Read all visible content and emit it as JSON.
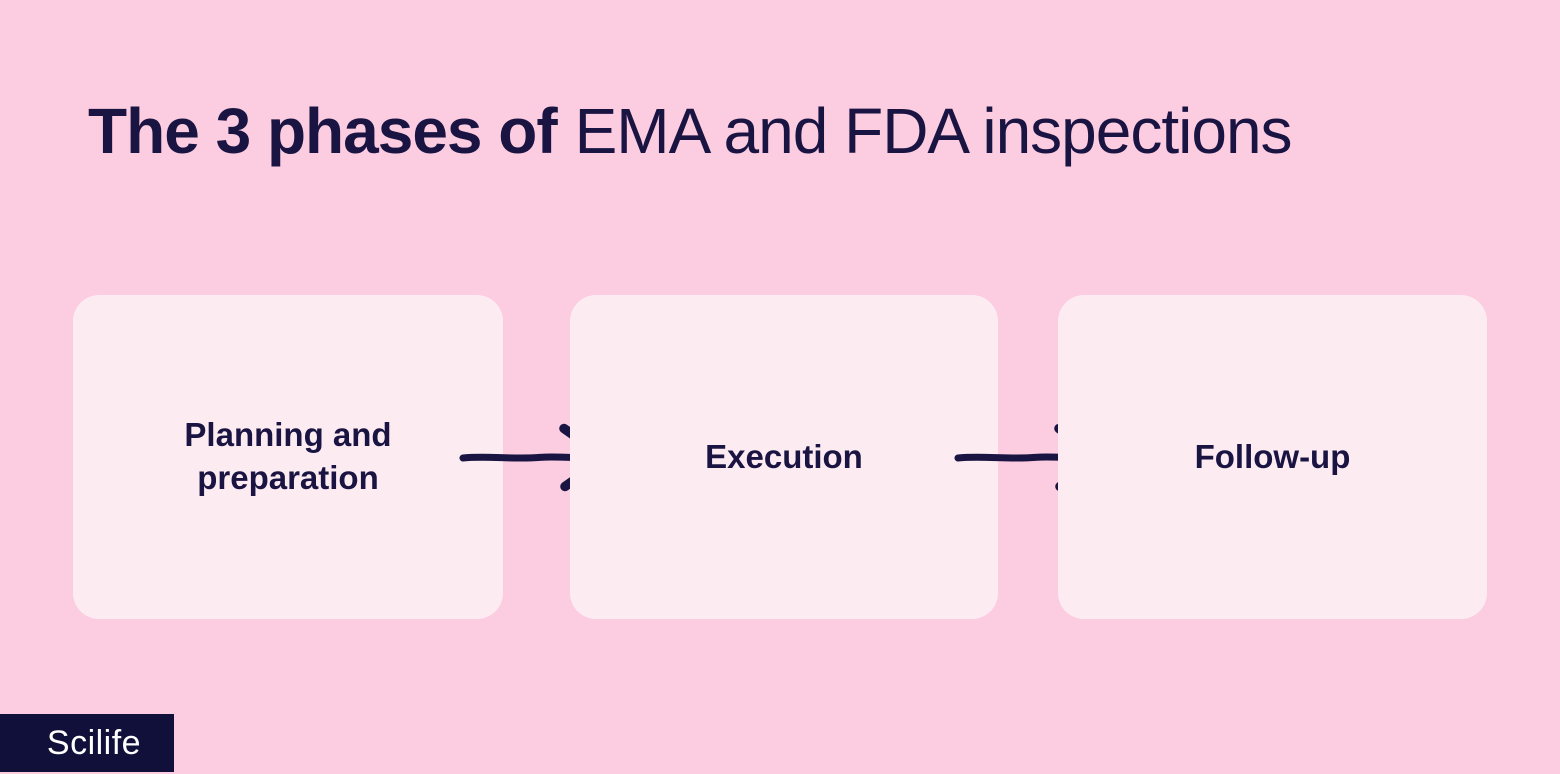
{
  "colors": {
    "background": "#fccce0",
    "card": "#fdebf2",
    "ink": "#191442",
    "logo_bg": "#10103a",
    "logo_text": "#ffffff"
  },
  "title": {
    "bold": "The 3 phases of",
    "regular": "EMA and FDA inspections"
  },
  "phases": [
    {
      "label": "Planning and\npreparation"
    },
    {
      "label": "Execution"
    },
    {
      "label": "Follow-up"
    }
  ],
  "logo": {
    "text": "Scilife"
  }
}
